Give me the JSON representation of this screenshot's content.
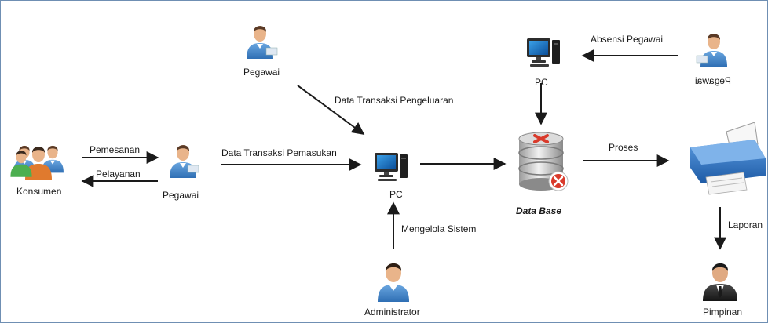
{
  "nodes": {
    "konsumen": "Konsumen",
    "pegawai_main": "Pegawai",
    "pegawai_top": "Pegawai",
    "pegawai_right": "Pegawai",
    "pc_center": "PC",
    "pc_top": "PC",
    "database": "Data Base",
    "administrator": "Administrator",
    "pimpinan": "Pimpinan"
  },
  "flows": {
    "pemesanan": "Pemesanan",
    "pelayanan": "Pelayanan",
    "pemasukan": "Data Transaksi Pemasukan",
    "pengeluaran": "Data Transaksi Pengeluaran",
    "mengelola": "Mengelola Sistem",
    "absensi": "Absensi Pegawai",
    "proses": "Proses",
    "laporan": "Laporan"
  },
  "icons": {
    "people": "people-group-icon",
    "person": "person-icon",
    "computer": "computer-icon",
    "database": "database-icon",
    "printer": "printer-icon",
    "manager": "manager-icon"
  },
  "colors": {
    "border": "#6f8fb3",
    "arrow": "#1a1a1a",
    "shirt": "#4a86c7",
    "skin": "#e9b48a",
    "hair": "#5a3a26",
    "db_red": "#d93a2b"
  }
}
